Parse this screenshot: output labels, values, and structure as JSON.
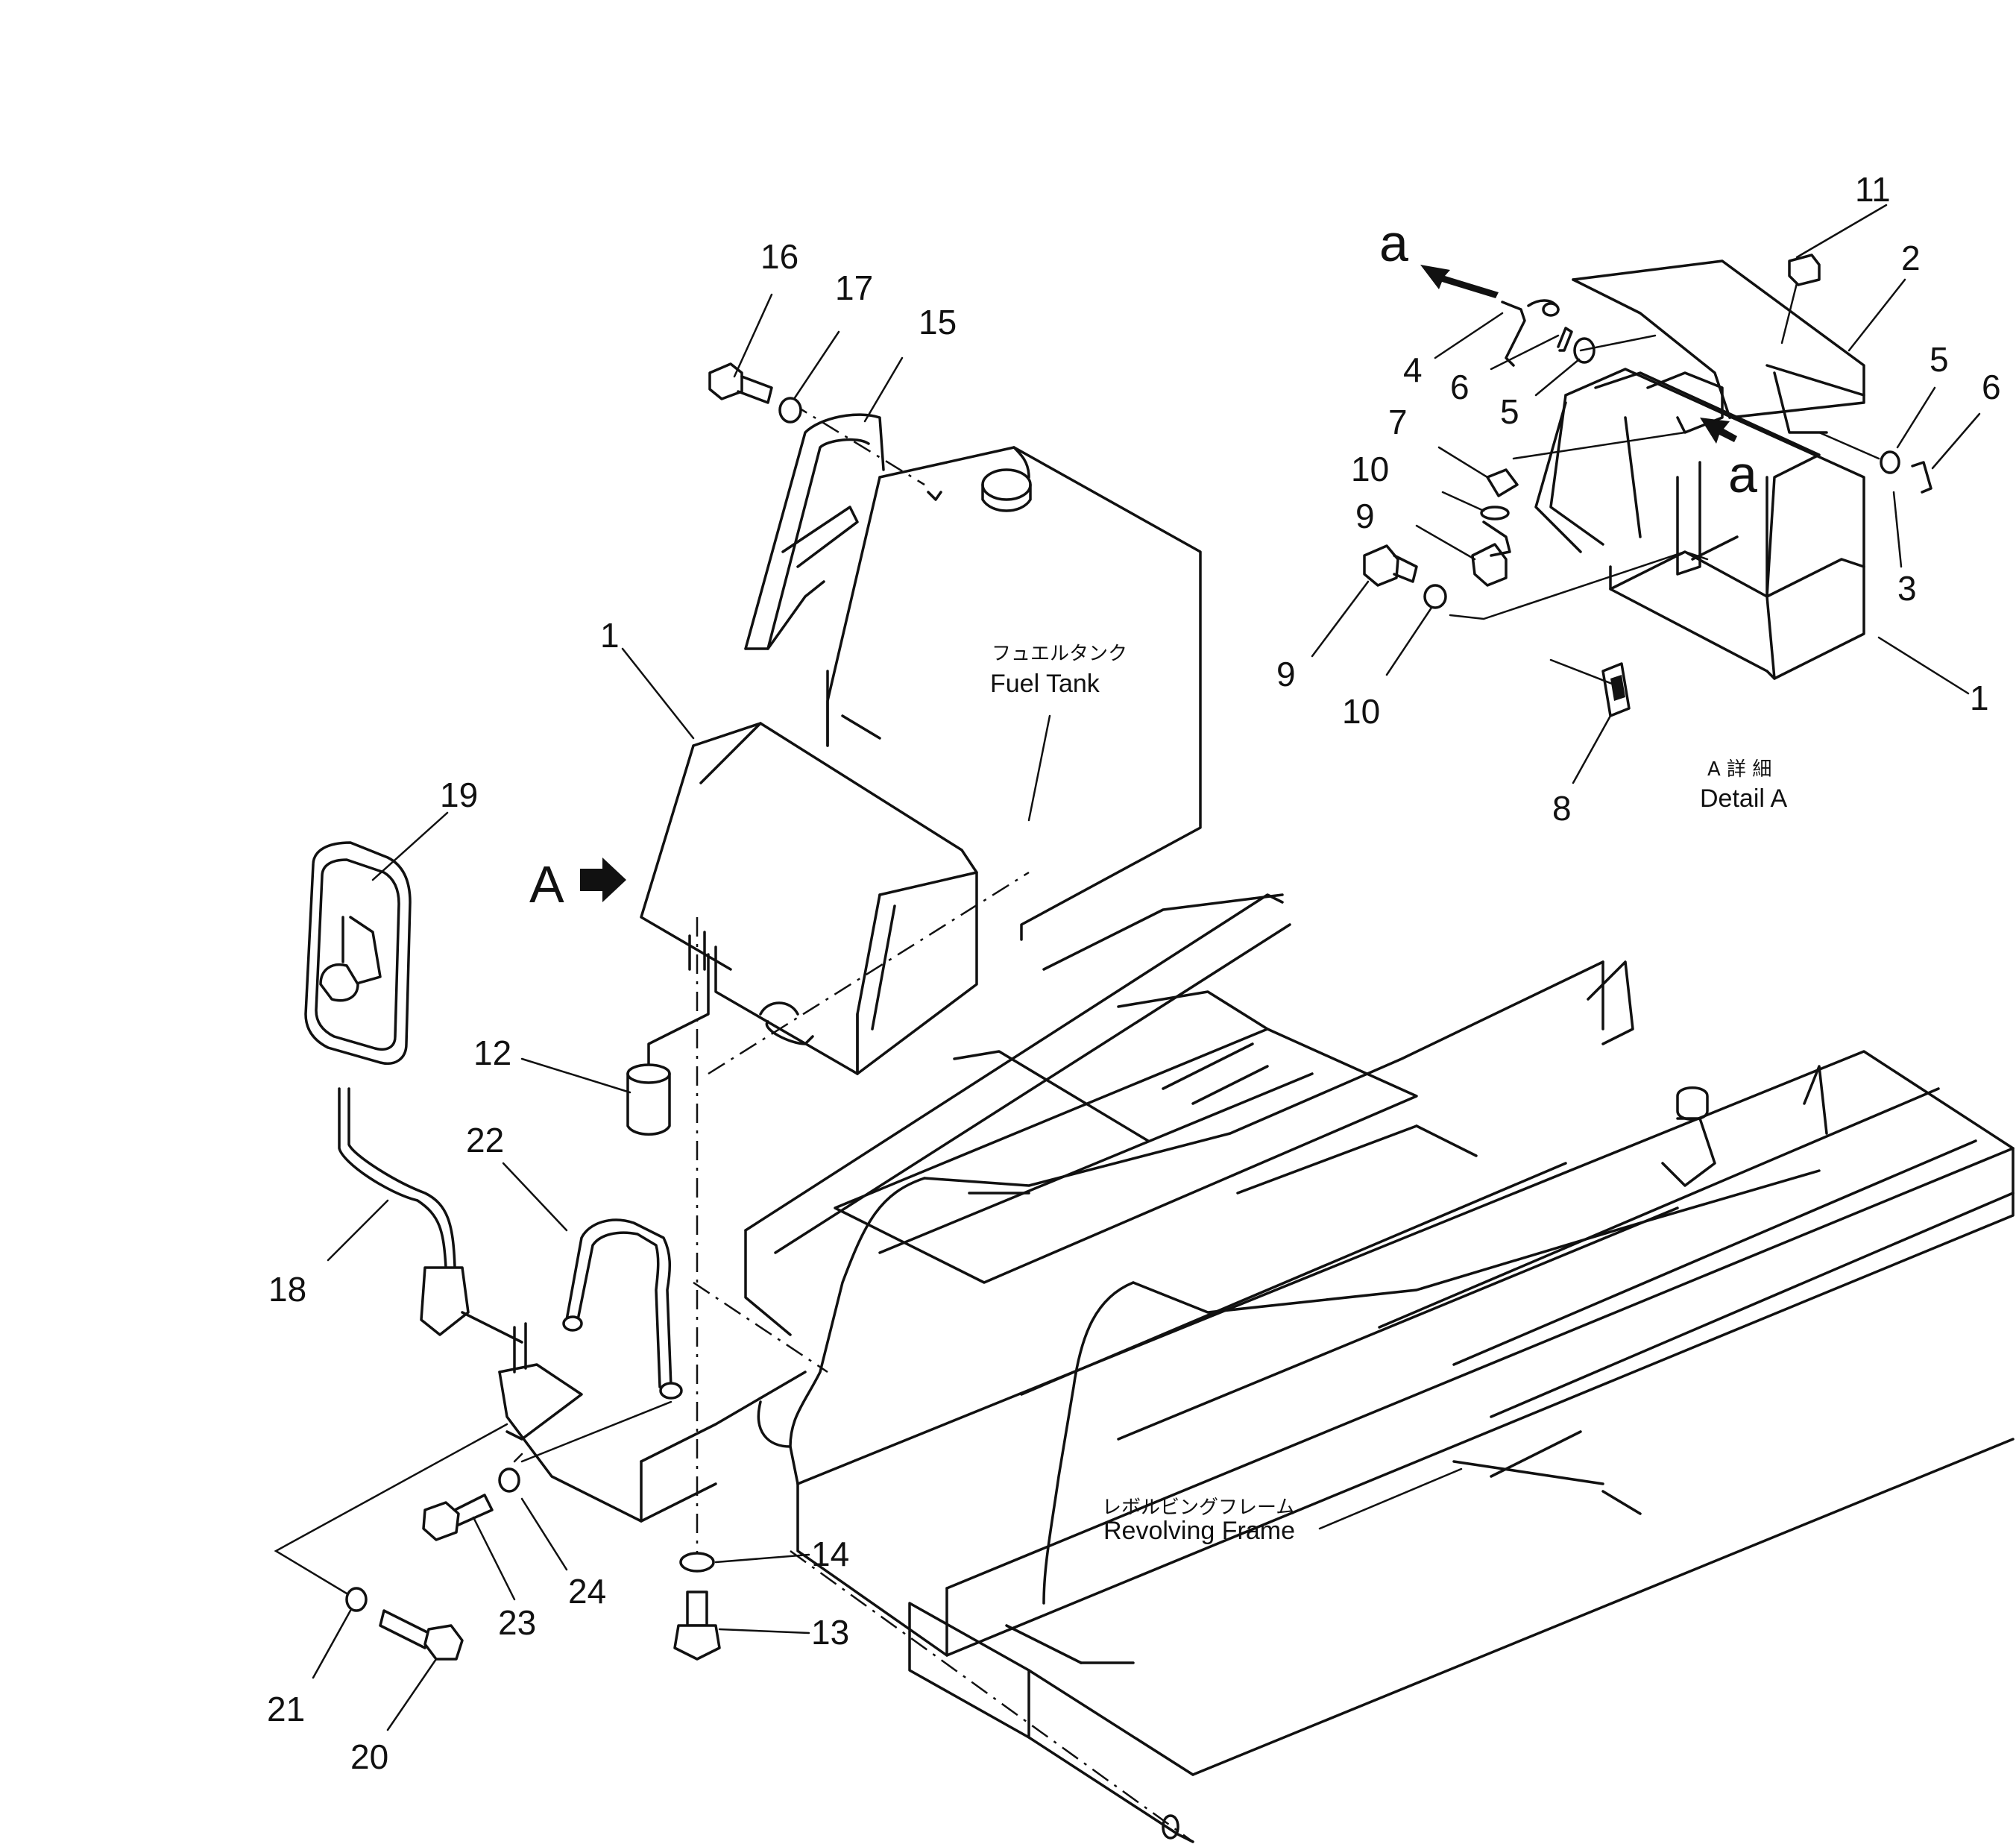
{
  "labels": {
    "fuel_tank_jp": "フュエルタンク",
    "fuel_tank_en": "Fuel Tank",
    "frame_jp": "レボルビングフレーム",
    "frame_en": "Revolving Frame",
    "detail_jp": "A 詳 細",
    "detail_en": "Detail A",
    "view_arrow_a": "A",
    "arrow_a_top": "a",
    "arrow_a_right": "a"
  },
  "callouts": {
    "c1_main": "1",
    "c12": "12",
    "c13": "13",
    "c14": "14",
    "c15": "15",
    "c16": "16",
    "c17": "17",
    "c18": "18",
    "c19": "19",
    "c20": "20",
    "c21": "21",
    "c22": "22",
    "c23": "23",
    "c24": "24",
    "d1": "1",
    "d2": "2",
    "d3": "3",
    "d4": "4",
    "d5a": "5",
    "d5b": "5",
    "d6a": "6",
    "d6b": "6",
    "d7": "7",
    "d8": "8",
    "d9a": "9",
    "d9b": "9",
    "d10a": "10",
    "d10b": "10",
    "d11": "11"
  }
}
